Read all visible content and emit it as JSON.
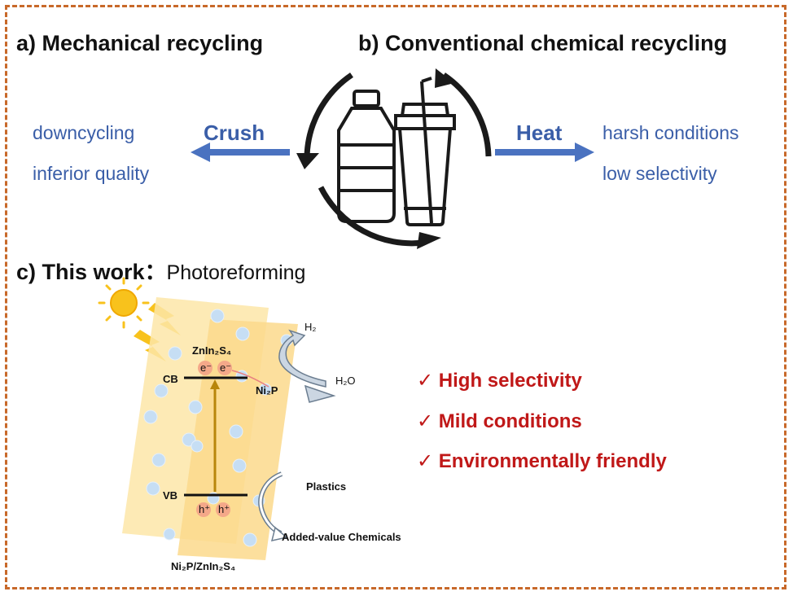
{
  "headings": {
    "a": "a) Mechanical recycling",
    "b": "b) Conventional chemical recycling",
    "c_prefix": "c) This work：",
    "c_method": "Photoreforming"
  },
  "left": {
    "arrow_label": "Crush",
    "outcomes": [
      "downcycling",
      "inferior quality"
    ]
  },
  "right": {
    "arrow_label": "Heat",
    "outcomes": [
      "harsh conditions",
      "low selectivity"
    ]
  },
  "benefits": [
    "High selectivity",
    "Mild conditions",
    "Environmentally friendly"
  ],
  "check_mark": "✓",
  "photocatalyst": {
    "cb": "CB",
    "vb": "VB",
    "electron": "e⁻",
    "hole": "h⁺",
    "semiconductor": "ZnIn₂S₄",
    "cocatalyst": "Ni₂P",
    "h2": "H₂",
    "h2o": "H₂O",
    "plastics": "Plastics",
    "products": "Added-value Chemicals",
    "composite": "Ni₂P/ZnIn₂S₄"
  },
  "colors": {
    "border": "#c8692a",
    "arrow_blue": "#4a72c0",
    "text_blue": "#3a5ea8",
    "red": "#c01818",
    "band": "#fde6a8",
    "sun": "#f8c21c"
  },
  "icons": [
    "sun-icon",
    "lightning-icon",
    "bottle-icon",
    "cup-icon",
    "recycle-arrows-icon"
  ]
}
